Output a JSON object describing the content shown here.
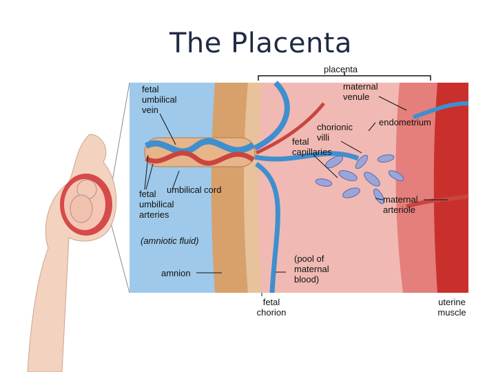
{
  "title": "The Placenta",
  "labels": {
    "placenta": "placenta",
    "maternal_venule": "maternal\nvenule",
    "fetal_umbilical_vein": "fetal\numbilical\nvein",
    "chorionic_villi": "chorionic\nvilli",
    "endometrium": "endometrium",
    "fetal_capillaries": "fetal\ncapillaries",
    "umbilical_cord": "umbilical cord",
    "fetal_umbilical_arteries": "fetal\numbilical\narteries",
    "maternal_arteriole": "maternal\narteriole",
    "amniotic_fluid": "(amniotic fluid)",
    "pool_of_maternal_blood": "(pool of\nmaternal\nblood)",
    "amnion": "amnion",
    "fetal_chorion": "fetal\nchorion",
    "uterine_muscle": "uterine\nmuscle"
  },
  "colors": {
    "amniotic_fluid": "#9ec9ea",
    "chorion_tan": "#d8a06a",
    "maternal_pink": "#f1b9b3",
    "uterine_muscle": "#c9302c",
    "vein_blue": "#3f8fcf",
    "artery_red": "#c9453f",
    "skin": "#f3d3bf"
  }
}
